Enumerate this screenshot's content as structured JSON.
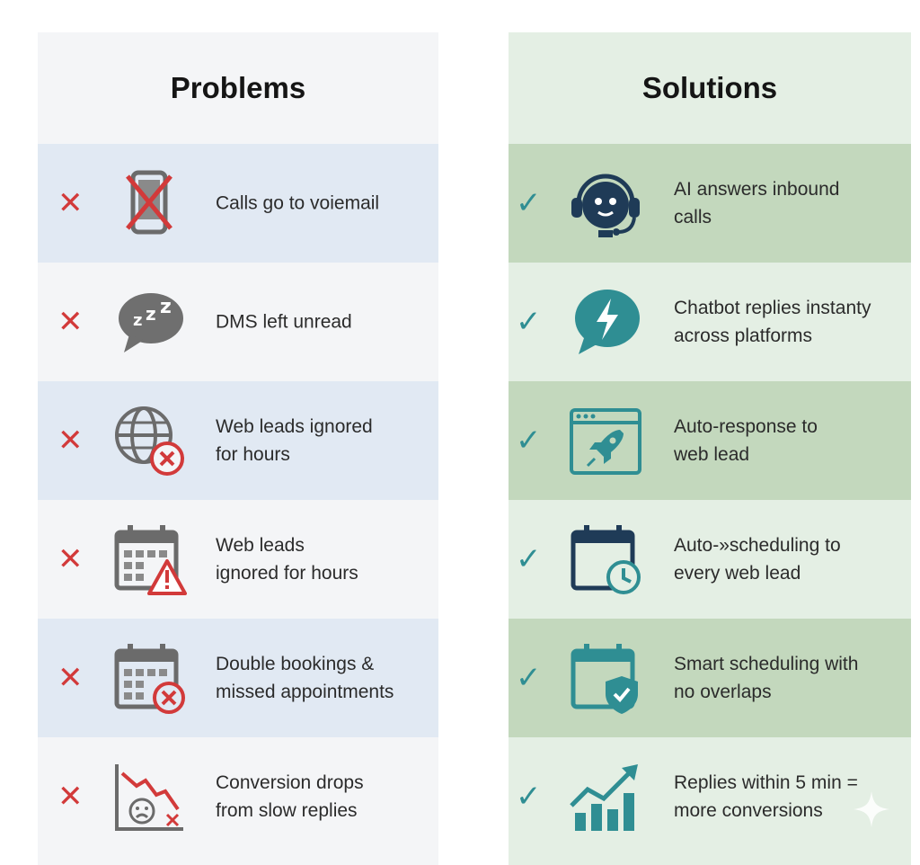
{
  "problems": {
    "title": "Problems",
    "rows": [
      {
        "label": "Calls go to voiemail",
        "icon": "crossed-phone-icon"
      },
      {
        "label": "DMS left unread",
        "icon": "sleeping-chat-icon"
      },
      {
        "label": "Web leads ignored\nfor hours",
        "icon": "globe-error-icon"
      },
      {
        "label": "Web leads\nignored for hours",
        "icon": "calendar-warning-icon"
      },
      {
        "label": "Double bookings &\nmissed appointments",
        "icon": "calendar-error-icon"
      },
      {
        "label": "Conversion drops\nfrom slow replies",
        "icon": "declining-chart-icon"
      }
    ]
  },
  "solutions": {
    "title": "Solutions",
    "rows": [
      {
        "label": "AI answers inbound\ncalls",
        "icon": "robot-headset-icon"
      },
      {
        "label": "Chatbot replies instanty\nacross platforms",
        "icon": "lightning-chat-icon"
      },
      {
        "label": "Auto-response to\nweb lead",
        "icon": "rocket-browser-icon"
      },
      {
        "label": "Auto-⁠»scheduling to\nevery web lead",
        "icon": "calendar-clock-icon"
      },
      {
        "label": "Smart scheduling with\nno overlaps",
        "icon": "calendar-shield-icon"
      },
      {
        "label": "Replies within 5 min =\nmore conversions",
        "icon": "growth-chart-icon"
      }
    ]
  },
  "marks": {
    "problem": "✕",
    "solution": "✓"
  },
  "colors": {
    "problem_accent": "#d23a3a",
    "solution_accent": "#2f8e93",
    "problem_shade": "#e1e9f3",
    "solution_shade": "#c3d8bd"
  }
}
